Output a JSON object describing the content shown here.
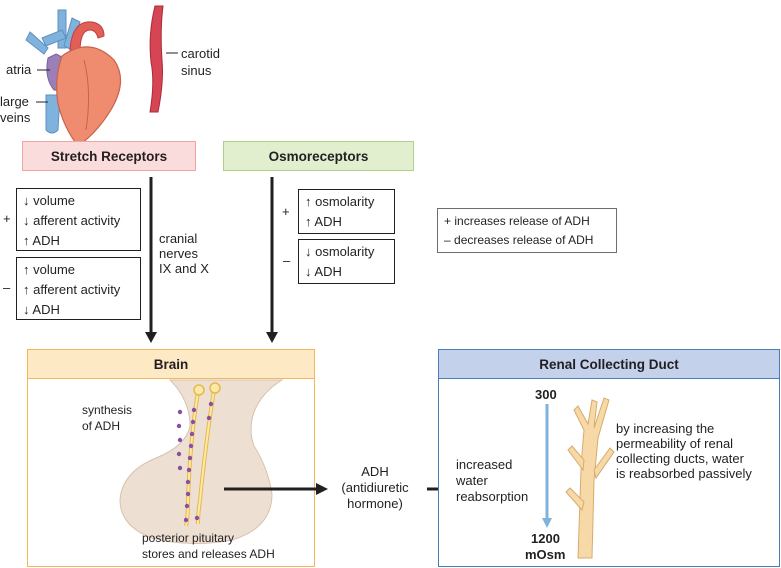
{
  "labels": {
    "atria": "atria",
    "large_veins_1": "large",
    "large_veins_2": "veins",
    "carotid_1": "carotid",
    "carotid_2": "sinus"
  },
  "headers": {
    "stretch": "Stretch Receptors",
    "osmo": "Osmoreceptors",
    "brain": "Brain",
    "renal": "Renal Collecting Duct"
  },
  "stretch_plus": {
    "sign": "+",
    "lines": [
      "↓ volume",
      "↓ afferent activity",
      "↑ ADH"
    ]
  },
  "stretch_minus": {
    "sign": "–",
    "lines": [
      "↑ volume",
      "↑ afferent activity",
      "↓ ADH"
    ]
  },
  "osmo_plus": {
    "sign": "+",
    "lines": [
      "↑ osmolarity",
      "↑ ADH"
    ]
  },
  "osmo_minus": {
    "sign": "–",
    "lines": [
      "↓ osmolarity",
      "↓ ADH"
    ]
  },
  "legend": {
    "plus_sign": "+",
    "plus_text": "increases release of ADH",
    "minus_sign": "–",
    "minus_text": "decreases release of ADH"
  },
  "cranial": [
    "cranial",
    "nerves",
    "IX and X"
  ],
  "brain_panel": {
    "synthesis": [
      "synthesis",
      "of ADH"
    ],
    "pituitary": [
      "posterior pituitary",
      "stores and releases ADH"
    ]
  },
  "adh": [
    "ADH",
    "(antidiuretic",
    "hormone)"
  ],
  "renal_panel": {
    "top_value": "300",
    "bottom_value": "1200",
    "unit": "mOsm",
    "increased": [
      "increased",
      "water",
      "reabsorption"
    ],
    "explain": [
      "by increasing the",
      "permeability of renal",
      "collecting ducts, water",
      "is reabsorbed passively"
    ]
  },
  "colors": {
    "stretch_bg": "#fbdcdc",
    "stretch_border": "#f0a3a3",
    "osmo_bg": "#e2efcf",
    "osmo_border": "#aed08a",
    "brain_bg": "#fde9c4",
    "brain_border": "#f2b85c",
    "renal_bg": "#c3d1ea",
    "renal_border": "#4a7cb8",
    "heart": "#ef8b6f",
    "vessel": "#7fb2dc",
    "carotid": "#d64553"
  }
}
